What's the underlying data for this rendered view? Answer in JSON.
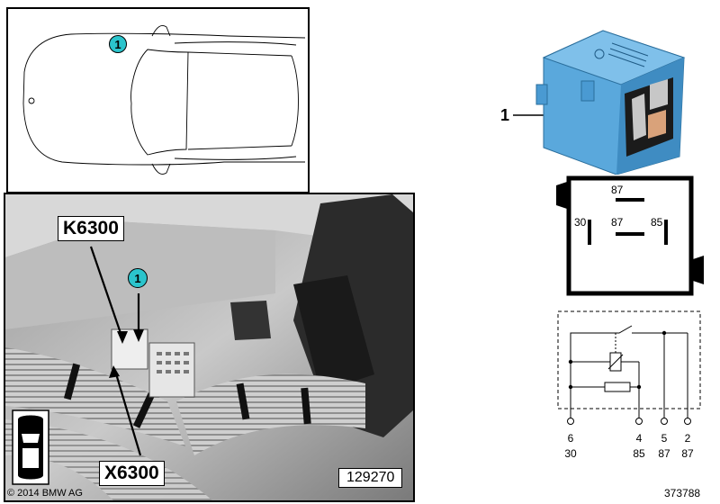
{
  "car_view": {
    "callout": "1"
  },
  "photo": {
    "label_top": "K6300",
    "label_bottom": "X6300",
    "callout": "1",
    "ref_number": "129270",
    "copyright": "© 2014 BMW AG"
  },
  "relay": {
    "item_number": "1",
    "body_color": "#5aa8dc",
    "pinout": {
      "top": "87",
      "left": "30",
      "center": "87",
      "right": "85"
    }
  },
  "schematic": {
    "pins": [
      {
        "number": "6",
        "terminal": "30"
      },
      {
        "number": "4",
        "terminal": "85"
      },
      {
        "number": "5",
        "terminal": "87"
      },
      {
        "number": "2",
        "terminal": "87"
      }
    ]
  },
  "diagram_id": "373788"
}
